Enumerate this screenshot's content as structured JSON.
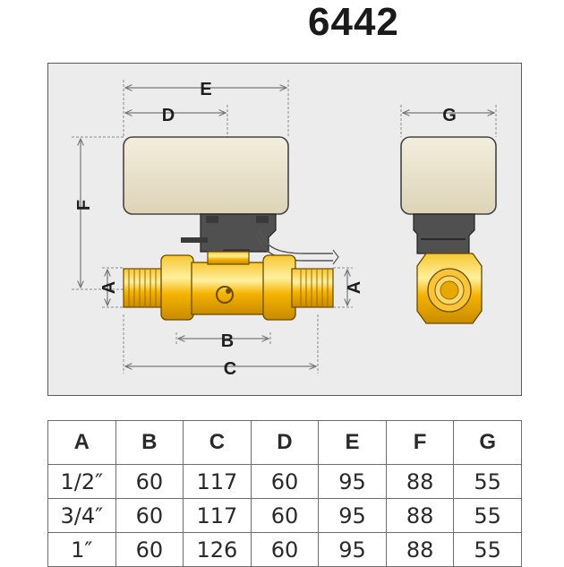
{
  "title": "6442",
  "diagram": {
    "labels": {
      "A": "A",
      "B": "B",
      "C": "C",
      "D": "D",
      "E": "E",
      "F": "F",
      "G": "G"
    },
    "colors": {
      "actuator": "#ece5cf",
      "brass": "#f5b400",
      "dark": "#4a4a4a"
    }
  },
  "table": {
    "headers": [
      "A",
      "B",
      "C",
      "D",
      "E",
      "F",
      "G"
    ],
    "rows": [
      [
        "1/2″",
        "60",
        "117",
        "60",
        "95",
        "88",
        "55"
      ],
      [
        "3/4″",
        "60",
        "117",
        "60",
        "95",
        "88",
        "55"
      ],
      [
        "1″",
        "60",
        "126",
        "60",
        "95",
        "88",
        "55"
      ]
    ]
  }
}
